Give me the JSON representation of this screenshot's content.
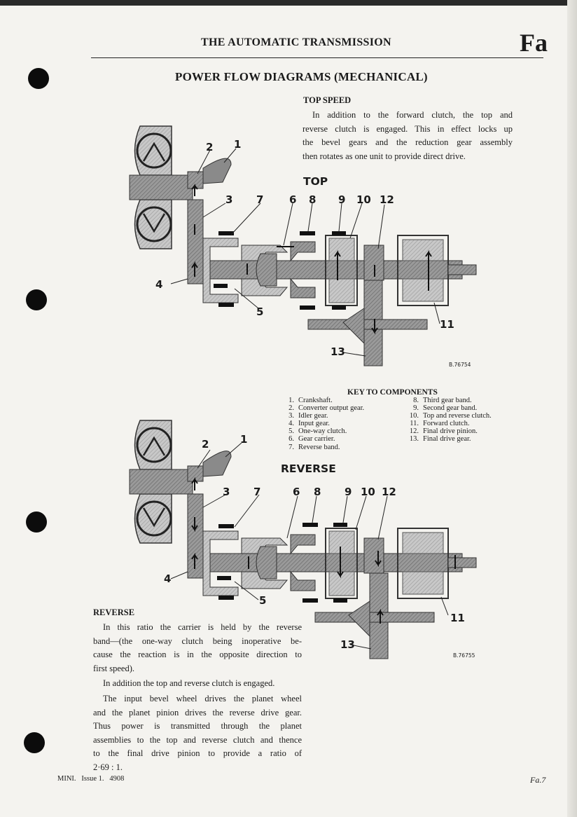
{
  "header": {
    "title": "THE AUTOMATIC TRANSMISSION",
    "code": "Fa"
  },
  "page_heading": "POWER FLOW DIAGRAMS (MECHANICAL)",
  "top_speed": {
    "title": "TOP SPEED",
    "lines": [
      "In addition to the forward clutch, the top and",
      "reverse clutch is engaged. This in effect locks up",
      "the bevel gears and the reduction gear assembly",
      "then rotates as one unit to provide direct drive."
    ]
  },
  "diagram_top": {
    "title": "TOP",
    "callouts": [
      "1",
      "2",
      "3",
      "7",
      "6",
      "8",
      "9",
      "10",
      "12",
      "4",
      "5",
      "11",
      "13"
    ],
    "ref": "B.76754"
  },
  "diagram_reverse": {
    "title": "REVERSE",
    "callouts": [
      "1",
      "2",
      "3",
      "7",
      "6",
      "8",
      "9",
      "10",
      "12",
      "4",
      "5",
      "11",
      "13"
    ],
    "ref": "B.76755"
  },
  "key": {
    "title": "KEY TO COMPONENTS",
    "items": [
      {
        "n": "1.",
        "label": "Crankshaft."
      },
      {
        "n": "2.",
        "label": "Converter output gear."
      },
      {
        "n": "3.",
        "label": "Idler gear."
      },
      {
        "n": "4.",
        "label": "Input gear."
      },
      {
        "n": "5.",
        "label": "One-way clutch."
      },
      {
        "n": "6.",
        "label": "Gear carrier."
      },
      {
        "n": "7.",
        "label": "Reverse band."
      },
      {
        "n": "8.",
        "label": "Third gear band."
      },
      {
        "n": "9.",
        "label": "Second gear band."
      },
      {
        "n": "10.",
        "label": "Top and reverse clutch."
      },
      {
        "n": "11.",
        "label": "Forward clutch."
      },
      {
        "n": "12.",
        "label": "Final drive pinion."
      },
      {
        "n": "13.",
        "label": "Final drive gear."
      }
    ]
  },
  "reverse": {
    "title": "REVERSE",
    "para1": [
      "In this ratio the carrier is held by the reverse",
      "band—(the one-way clutch being inoperative be-",
      "cause the reaction is in the opposite direction to",
      "first speed)."
    ],
    "para2": "In addition the top and reverse clutch is engaged.",
    "para3": [
      "The input bevel wheel drives the planet wheel",
      "and the planet pinion drives the reverse drive gear.",
      "Thus power is transmitted through the planet",
      "assemblies to the top and reverse clutch and thence",
      "to the final drive pinion to provide a ratio of",
      "2·69 : 1."
    ]
  },
  "footer": {
    "left": "MINI.   Issue 1.   4908",
    "right": "Fa.7"
  }
}
